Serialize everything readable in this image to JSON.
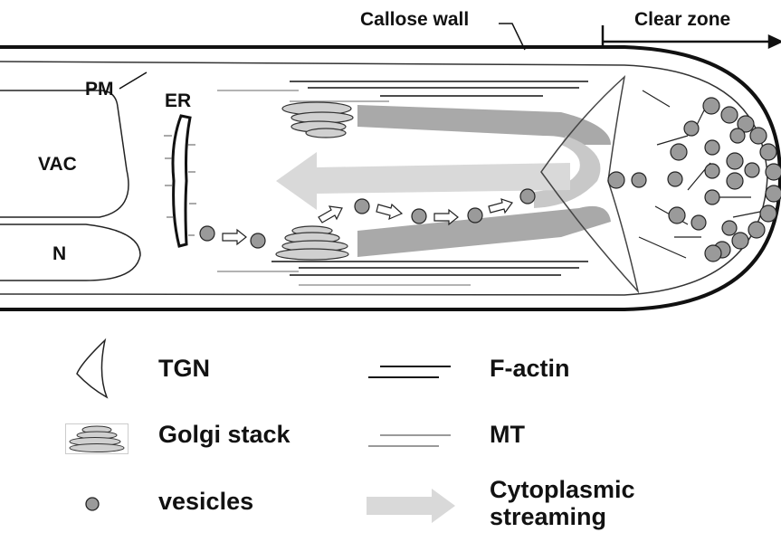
{
  "labels": {
    "callose_wall": "Callose wall",
    "clear_zone": "Clear zone",
    "pm": "PM",
    "er": "ER",
    "vac": "VAC",
    "n": "N"
  },
  "legend": {
    "tgn": "TGN",
    "golgi": "Golgi stack",
    "vesicles": "vesicles",
    "factin": "F-actin",
    "mt": "MT",
    "streaming_line1": "Cytoplasmic",
    "streaming_line2": "streaming"
  },
  "colors": {
    "outline": "#111111",
    "vesicle_fill": "#9a9a9a",
    "streaming_dark": "#a9a9a9",
    "streaming_light": "#d9d9d9",
    "mt": "#9a9a9a"
  }
}
